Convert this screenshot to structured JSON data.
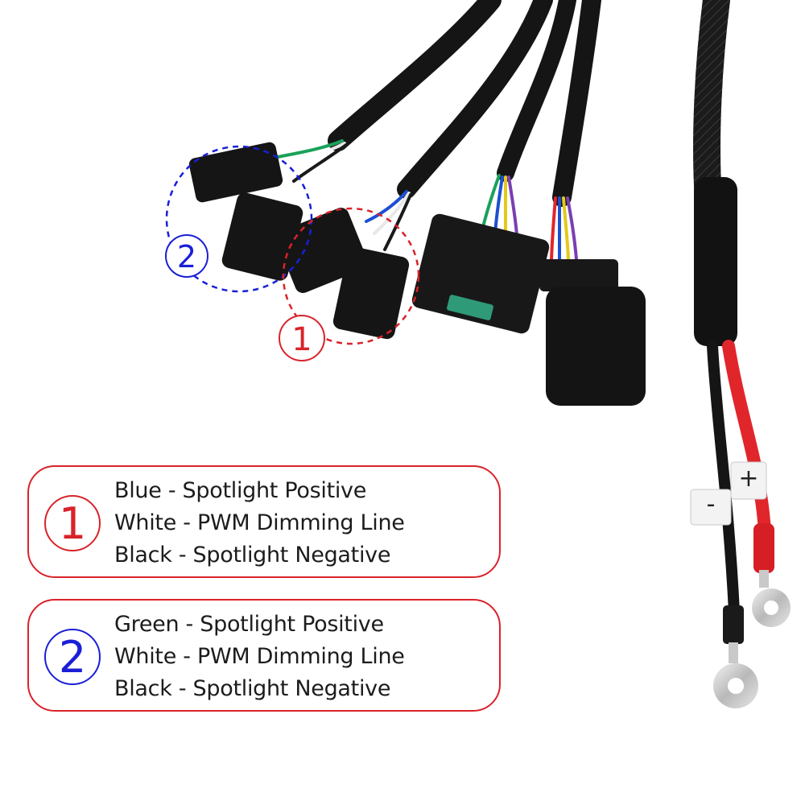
{
  "callouts": {
    "one": {
      "number": "1",
      "color": "#d9232a"
    },
    "two": {
      "number": "2",
      "color": "#1a1fd6"
    }
  },
  "legend": [
    {
      "number": "1",
      "color": "#d9232a",
      "lines": [
        "Blue - Spotlight Positive",
        "White - PWM Dimming Line",
        "Black - Spotlight Negative"
      ]
    },
    {
      "number": "2",
      "color": "#1a1fd6",
      "lines": [
        "Green - Spotlight Positive",
        "White - PWM Dimming Line",
        "Black - Spotlight Negative"
      ]
    }
  ],
  "wire_markers": {
    "negative": "-",
    "positive": "+"
  },
  "colors": {
    "frame": "#d9232a",
    "sleeve": "#151515",
    "red_wire": "#e1262b",
    "callout_one": "#d9232a",
    "callout_two": "#1a1fd6"
  }
}
